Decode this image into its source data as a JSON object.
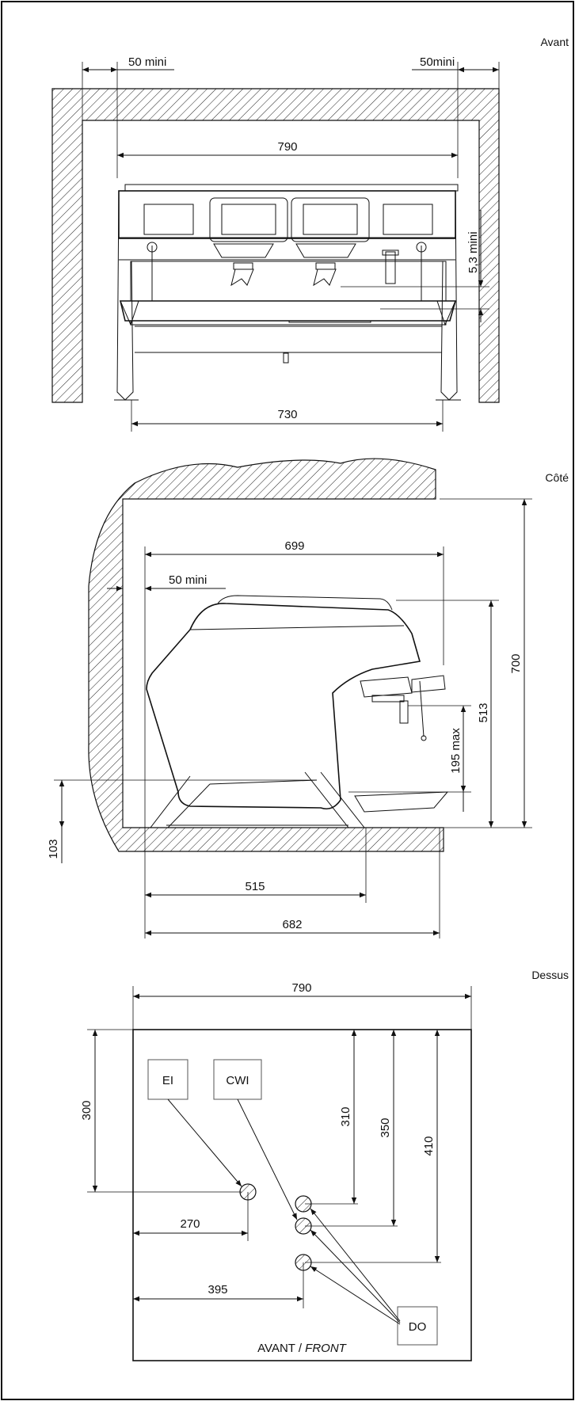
{
  "views": {
    "front": {
      "title": "Avant",
      "dims": {
        "clearance_left": "50 mini",
        "clearance_right": "50mini",
        "width_top": "790",
        "height_clearance": "5,3 mini",
        "width_base": "730"
      }
    },
    "side": {
      "title": "Côté",
      "dims": {
        "depth_top": "699",
        "clearance_back": "50 mini",
        "height_total": "700",
        "height_body": "513",
        "cup_height": "195 max",
        "foot_height": "103",
        "foot_span": "515",
        "depth_base": "682"
      }
    },
    "top": {
      "title": "Dessus",
      "dims": {
        "width": "790",
        "ei_from_back": "300",
        "ei_from_left": "270",
        "do_from_left": "395",
        "hole1_from_back": "310",
        "hole2_from_back": "350",
        "hole3_from_back": "410"
      },
      "labels": {
        "ei": "EI",
        "cwi": "CWI",
        "do": "DO",
        "front_fr": "AVANT / ",
        "front_en": "FRONT"
      }
    }
  }
}
